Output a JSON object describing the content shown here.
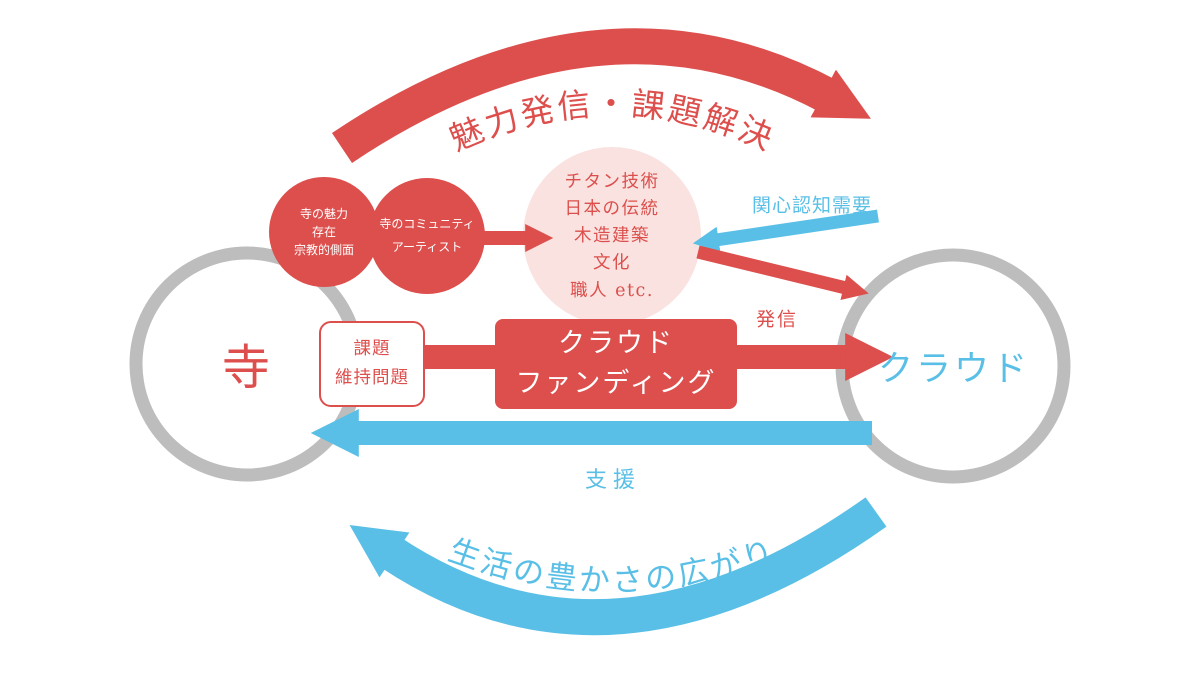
{
  "colors": {
    "red": "#dc4f4c",
    "pink": "#f9e2e0",
    "blue": "#59bfe6",
    "gray": "#bdbdbd"
  },
  "arcs": {
    "top_label": "魅力発信・課題解決",
    "bottom_label": "生活の豊かさの広がり"
  },
  "nodes": {
    "temple": "寺",
    "crowd": "クラウド",
    "assets": {
      "lines": [
        "チタン技術",
        "日本の伝統",
        "木造建築",
        "文化",
        "職人 etc."
      ]
    },
    "charm_bubble": {
      "lines": [
        "寺の魅力",
        "存在",
        "宗教的側面"
      ]
    },
    "community_bubble": {
      "lines": [
        "寺のコミュニティ",
        "アーティスト"
      ]
    },
    "issue_box": {
      "lines": [
        "課題",
        "維持問題"
      ]
    },
    "crowdfunding_box": {
      "lines": [
        "クラウド",
        "ファンディング"
      ]
    }
  },
  "labels": {
    "interest": "関心認知需要",
    "dispatch": "発信",
    "support": "支援"
  }
}
